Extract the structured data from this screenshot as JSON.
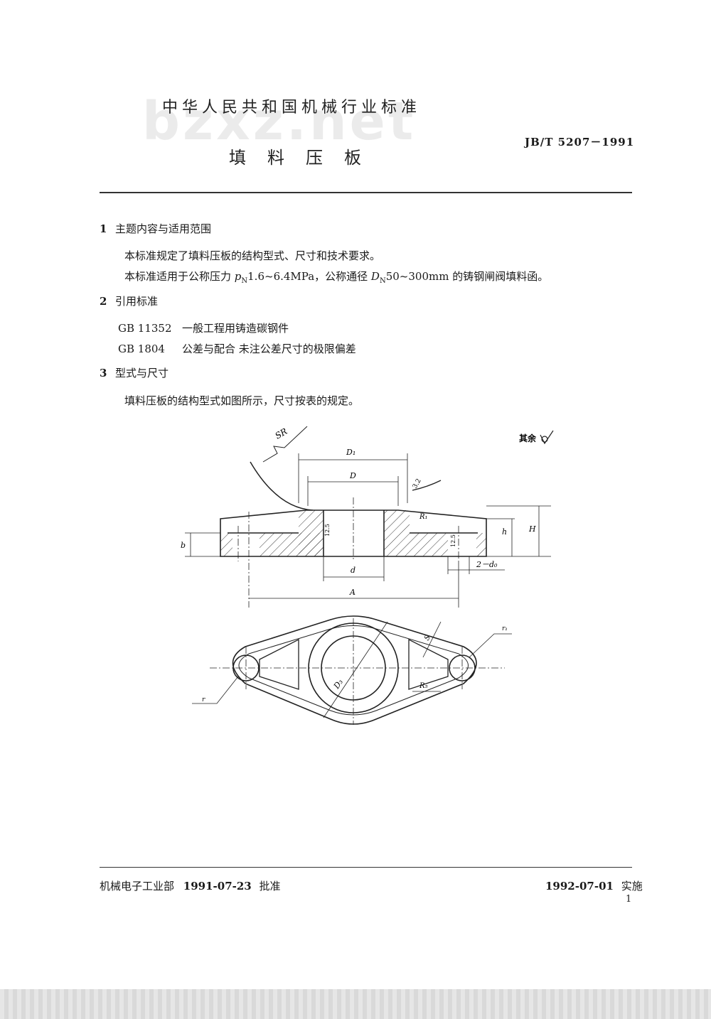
{
  "watermark": "bzxz.net",
  "header": {
    "org": "中华人民共和国机械行业标准",
    "title": "填料压板",
    "code": "JB/T 5207－1991"
  },
  "sections": [
    {
      "num": "1",
      "title": "主题内容与适用范围"
    },
    {
      "num": "2",
      "title": "引用标准"
    },
    {
      "num": "3",
      "title": "型式与尺寸"
    }
  ],
  "section1": {
    "para1": "本标准规定了填料压板的结构型式、尺寸和技术要求。",
    "para2_a": "本标准适用于公称压力 ",
    "para2_p": "p",
    "para2_psub": "N",
    "para2_b": "1.6~6.4MPa，公称通径 ",
    "para2_d": "D",
    "para2_dsub": "N",
    "para2_c": "50~300mm 的铸钢闸阀填料函。"
  },
  "references": [
    {
      "code": "GB  11352",
      "title": "一般工程用铸造碳钢件"
    },
    {
      "code": "GB  1804",
      "title": "公差与配合    未注公差尺寸的极限偏差"
    }
  ],
  "section3": {
    "para": "填料压板的结构型式如图所示，尺寸按表的规定。"
  },
  "drawing": {
    "note": "其余",
    "labels": {
      "SR": "SR",
      "D1": "D₁",
      "D": "D",
      "R1": "R₁",
      "h": "h",
      "H": "H",
      "b": "b",
      "d": "d",
      "A": "A",
      "d0": "2－d₀",
      "S": "S",
      "r1": "r₁",
      "r": "r",
      "D3": "D₃",
      "R5": "R₅",
      "rough1": "12.5",
      "rough2": "12.5",
      "rough3": "3.2"
    }
  },
  "footer": {
    "org": "机械电子工业部",
    "approve_date": "1991-07-23",
    "approve": "批准",
    "impl_date": "1992-07-01",
    "impl": "实施",
    "page": "1"
  }
}
